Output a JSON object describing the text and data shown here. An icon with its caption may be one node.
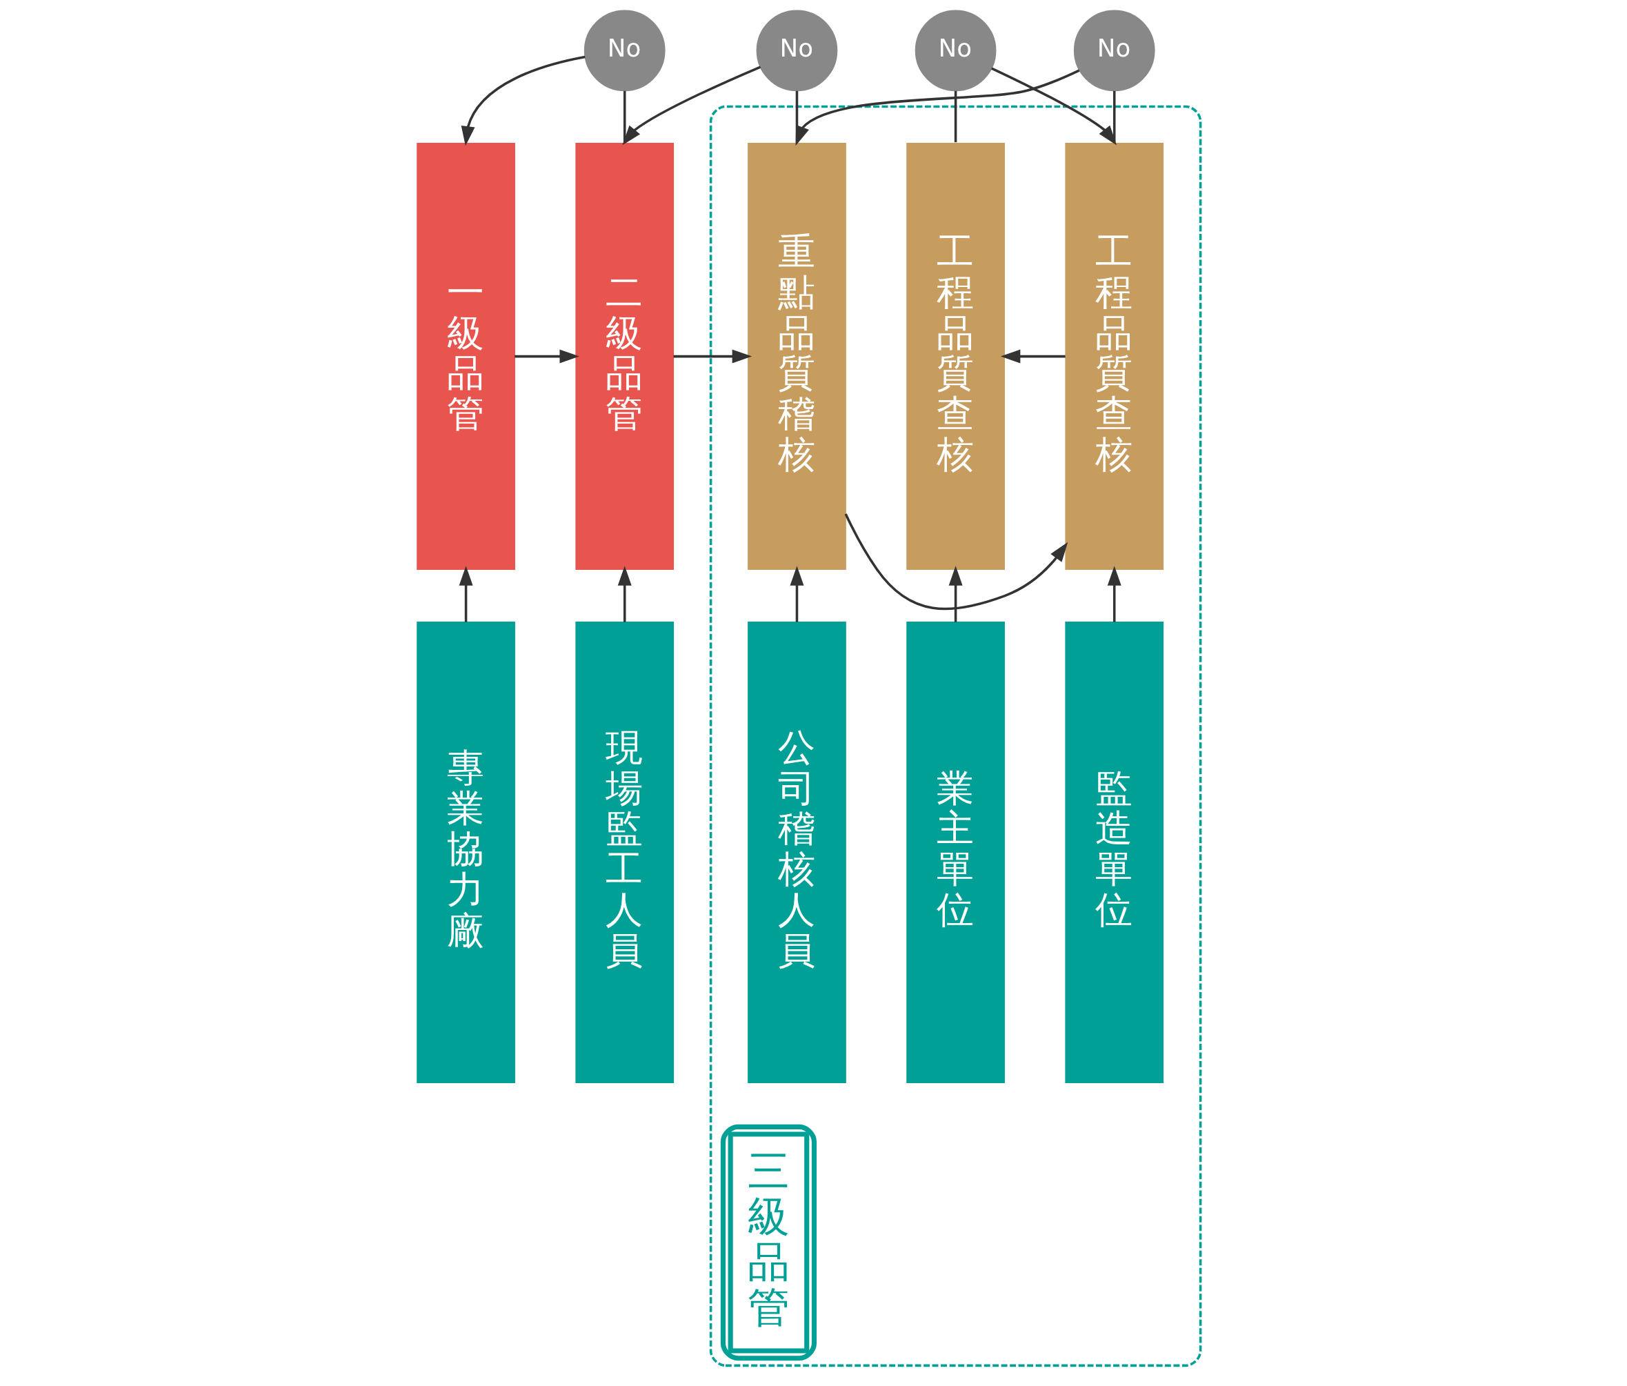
{
  "diagram": {
    "nodes": [
      {
        "text": [
          "三級品管"
        ]
      },
      {
        "text": [
          "No"
        ]
      },
      {
        "text": [
          "No"
        ]
      },
      {
        "text": [
          "No"
        ]
      },
      {
        "text": [
          "No"
        ]
      },
      {
        "text": [
          "工程品質查核"
        ],
        "in": 0
      },
      {
        "text": [
          "工程品質查核"
        ],
        "in": 0
      },
      {
        "text": [
          "重點品質稽核"
        ],
        "in": 0
      },
      {
        "text": [
          "二級品管"
        ]
      },
      {
        "text": [
          "一級品管"
        ]
      },
      {
        "text": [
          "業主單位"
        ],
        "in": 0
      },
      {
        "text": [
          "監造單位"
        ],
        "in": 0
      },
      {
        "text": [
          "公司稽核人員"
        ],
        "in": 0
      },
      {
        "text": [
          "現場監工人員"
        ]
      },
      {
        "text": [
          "專業協力廠"
        ]
      }
    ],
    "edges": [
      {
        "from": 5,
        "to": 1,
        "arrow": "none"
      },
      {
        "from": 1,
        "to": 6,
        "arrow": "to"
      },
      {
        "from": 6,
        "to": 2,
        "arrow": "none"
      },
      {
        "from": 2,
        "to": 7,
        "arrow": "to"
      },
      {
        "from": 7,
        "to": 3,
        "arrow": "none"
      },
      {
        "from": 3,
        "to": 8,
        "arrow": "to"
      },
      {
        "from": 8,
        "to": 4,
        "arrow": "none"
      },
      {
        "from": 4,
        "to": 9,
        "arrow": "to"
      },
      {
        "from": 6,
        "to": 5,
        "arrow": "to"
      },
      {
        "from": 7,
        "to": 6,
        "arrow": "to"
      },
      {
        "from": 8,
        "to": 7,
        "arrow": "to"
      },
      {
        "from": 9,
        "to": 8,
        "arrow": "to"
      },
      {
        "from": 10,
        "to": 5,
        "arrow": "to"
      },
      {
        "from": 11,
        "to": 6,
        "arrow": "to"
      },
      {
        "from": 12,
        "to": 7,
        "arrow": "to"
      },
      {
        "from": 13,
        "to": 8,
        "arrow": "to"
      },
      {
        "from": 14,
        "to": 9,
        "arrow": "to"
      }
    ]
  }
}
